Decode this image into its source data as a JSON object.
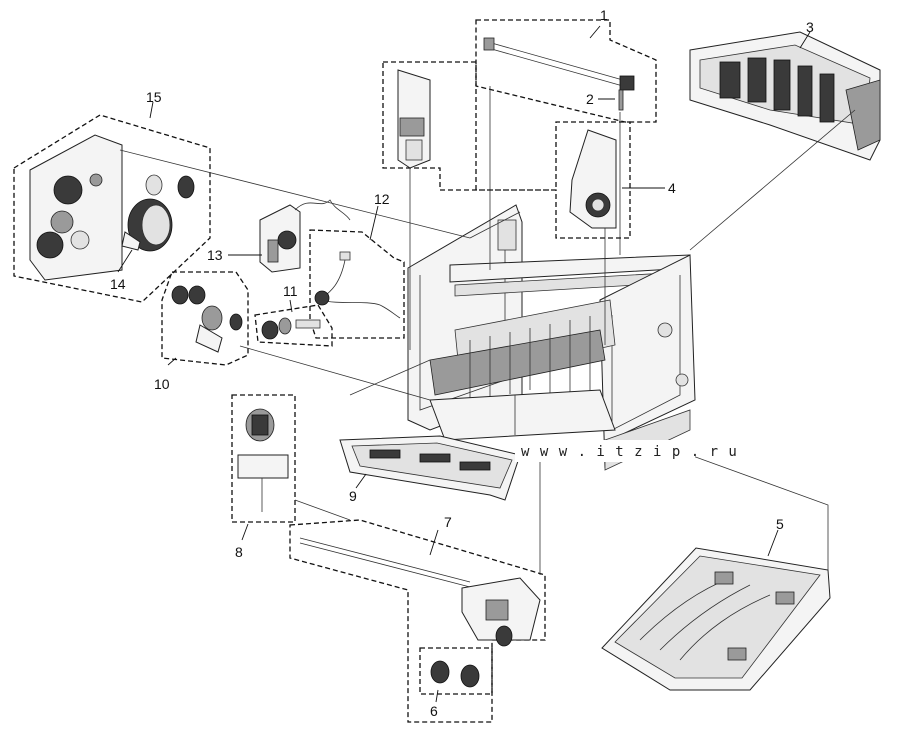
{
  "labels": {
    "p1": "1",
    "p2": "2",
    "p3": "3",
    "p4": "4",
    "p5": "5",
    "p6": "6",
    "p7": "7",
    "p8": "8",
    "p9": "9",
    "p10": "10",
    "p11": "11",
    "p12": "12",
    "p13": "13",
    "p14": "14",
    "p15": "15"
  },
  "watermark": "www.itzip.ru"
}
